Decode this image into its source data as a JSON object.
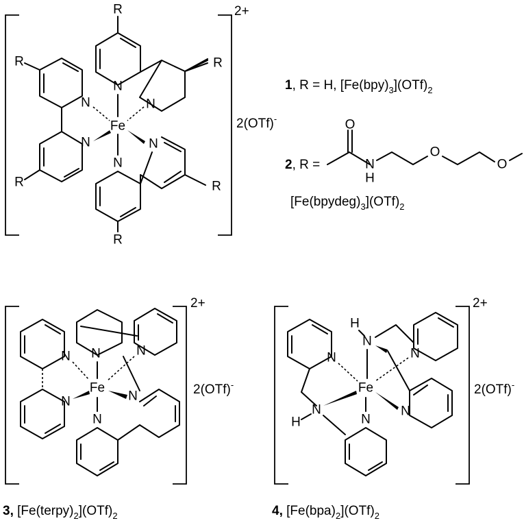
{
  "compounds": [
    {
      "number": "1",
      "line1_rest": ", R = H, [Fe(bpy)",
      "line1_sub": "3",
      "line1_tail": "](OTf)",
      "line1_tail_sub": "2"
    },
    {
      "number": "2",
      "r_label": ", R =",
      "name_pre": "[Fe(bpydeg)",
      "name_sub": "3",
      "name_mid": "](OTf)",
      "name_sub2": "2"
    },
    {
      "number": "3,",
      "name_pre": " [Fe(terpy)",
      "name_sub": "2",
      "name_mid": "](OTf)",
      "name_sub2": "2"
    },
    {
      "number": "4,",
      "name_pre": " [Fe(bpa)",
      "name_sub": "2",
      "name_mid": "](OTf)",
      "name_sub2": "2"
    }
  ],
  "charge": "2+",
  "counterion": "2(OTf)",
  "counterion_sup": "-",
  "atoms": {
    "fe": "Fe",
    "n": "N",
    "r": "R",
    "h": "H",
    "o": "O"
  }
}
